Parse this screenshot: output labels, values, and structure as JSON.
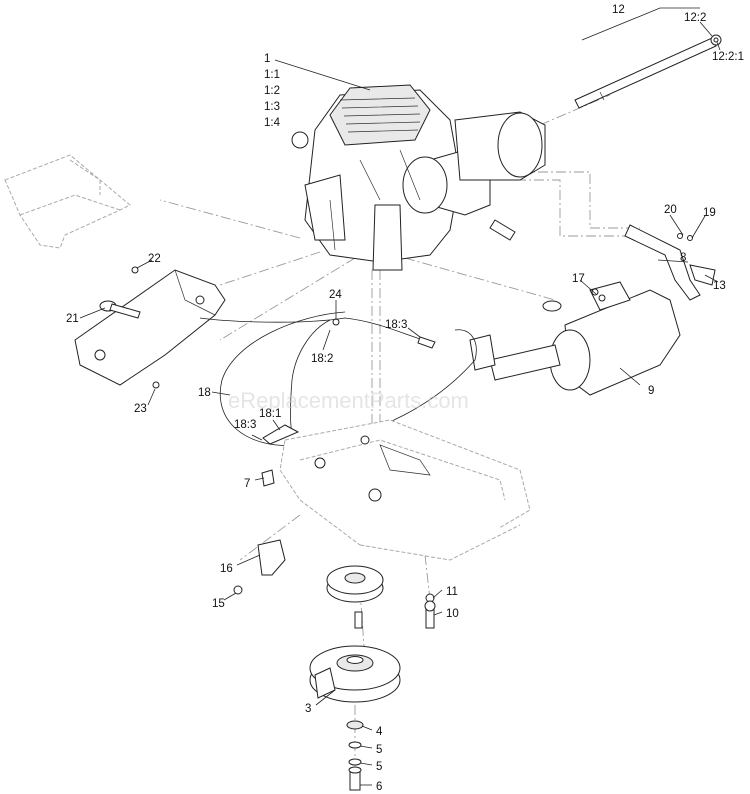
{
  "watermark": "eReplacementParts.com",
  "callouts": [
    {
      "id": "c-12",
      "text": "12"
    },
    {
      "id": "c-12-2",
      "text": "12:2"
    },
    {
      "id": "c-12-2-1",
      "text": "12:2:1"
    },
    {
      "id": "c-1",
      "text": "1"
    },
    {
      "id": "c-1-1",
      "text": "1:1"
    },
    {
      "id": "c-1-2",
      "text": "1:2"
    },
    {
      "id": "c-1-3",
      "text": "1:3"
    },
    {
      "id": "c-1-4",
      "text": "1:4"
    },
    {
      "id": "c-20",
      "text": "20"
    },
    {
      "id": "c-19",
      "text": "19"
    },
    {
      "id": "c-8",
      "text": "8"
    },
    {
      "id": "c-17",
      "text": "17"
    },
    {
      "id": "c-13",
      "text": "13"
    },
    {
      "id": "c-22",
      "text": "22"
    },
    {
      "id": "c-24",
      "text": "24"
    },
    {
      "id": "c-21",
      "text": "21"
    },
    {
      "id": "c-18-3a",
      "text": "18:3"
    },
    {
      "id": "c-18-2",
      "text": "18:2"
    },
    {
      "id": "c-9",
      "text": "9"
    },
    {
      "id": "c-18",
      "text": "18"
    },
    {
      "id": "c-23",
      "text": "23"
    },
    {
      "id": "c-18-1",
      "text": "18:1"
    },
    {
      "id": "c-18-3b",
      "text": "18:3"
    },
    {
      "id": "c-7",
      "text": "7"
    },
    {
      "id": "c-16",
      "text": "16"
    },
    {
      "id": "c-15",
      "text": "15"
    },
    {
      "id": "c-11",
      "text": "11"
    },
    {
      "id": "c-10",
      "text": "10"
    },
    {
      "id": "c-3",
      "text": "3"
    },
    {
      "id": "c-4",
      "text": "4"
    },
    {
      "id": "c-5a",
      "text": "5"
    },
    {
      "id": "c-5b",
      "text": "5"
    },
    {
      "id": "c-6",
      "text": "6"
    }
  ]
}
